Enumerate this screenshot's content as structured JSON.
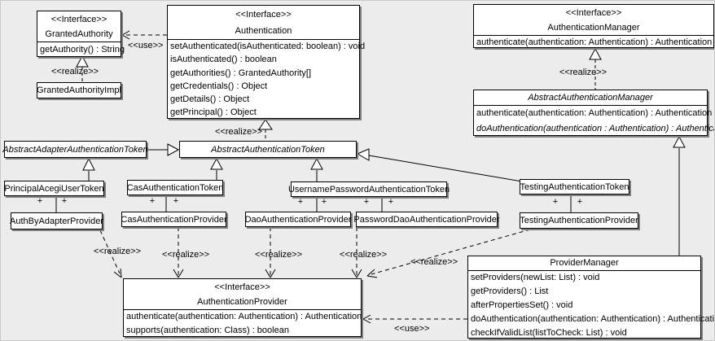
{
  "diagram": {
    "background": "#ececec",
    "box_fill": "#ffffff",
    "line_color": "#000000",
    "shadow_color": "#808080"
  },
  "labels": {
    "use": "<<use>>",
    "realize": "<<realize>>",
    "plus": "+",
    "interface_stereotype": "<<Interface>>"
  },
  "classes": {
    "granted_authority": {
      "stereotype": "<<Interface>>",
      "name": "GrantedAuthority",
      "methods": [
        "getAuthority() : String"
      ]
    },
    "granted_authority_impl": {
      "name": "GrantedAuthorityImpl"
    },
    "authentication": {
      "stereotype": "<<Interface>>",
      "name": "Authentication",
      "methods": [
        "setAuthenticated(isAuthenticated: boolean) : void",
        "isAuthenticated() : boolean",
        "getAuthorities() : GrantedAuthority[]",
        "getCredentials() : Object",
        "getDetails() : Object",
        "getPrincipal() : Object"
      ]
    },
    "authentication_manager": {
      "stereotype": "<<Interface>>",
      "name": "AuthenticationManager",
      "methods": [
        "authenticate(authentication: Authentication) : Authentication"
      ]
    },
    "abstract_authentication_manager": {
      "name": "AbstractAuthenticationManager",
      "methods": [
        "authenticate(authentication: Authentication) : Authentication",
        "doAuthentication(authentication : Authentication) : Authentication"
      ]
    },
    "abstract_adapter_authentication_token": {
      "name": "AbstractAdapterAuthenticationToken"
    },
    "abstract_authentication_token": {
      "name": "AbstractAuthenticationToken"
    },
    "principal_acegi_user_token": {
      "name": "PrincipalAcegiUserToken"
    },
    "cas_authentication_token": {
      "name": "CasAuthenticationToken"
    },
    "username_password_authentication_token": {
      "name": "UsernamePasswordAuthenticationToken"
    },
    "testing_authentication_token": {
      "name": "TestingAuthenticationToken"
    },
    "auth_by_adapter_provider": {
      "name": "AuthByAdapterProvider"
    },
    "cas_authentication_provider": {
      "name": "CasAuthenticationProvider"
    },
    "dao_authentication_provider": {
      "name": "DaoAuthenticationProvider"
    },
    "password_dao_authentication_provider": {
      "name": "PasswordDaoAuthenticationProvider"
    },
    "testing_authentication_provider": {
      "name": "TestingAuthenticationProvider"
    },
    "authentication_provider": {
      "stereotype": "<<Interface>>",
      "name": "AuthenticationProvider",
      "methods": [
        "authenticate(authentication: Authentication) : Authentication",
        "supports(authentication: Class) : boolean"
      ]
    },
    "provider_manager": {
      "name": "ProviderManager",
      "methods": [
        "setProviders(newList: List) : void",
        "getProviders() : List",
        "afterPropertiesSet() : void",
        "doAuthentication(authentication: Authentication) : Authentication",
        "checkIfValidList(listToCheck: List) : void"
      ]
    }
  }
}
